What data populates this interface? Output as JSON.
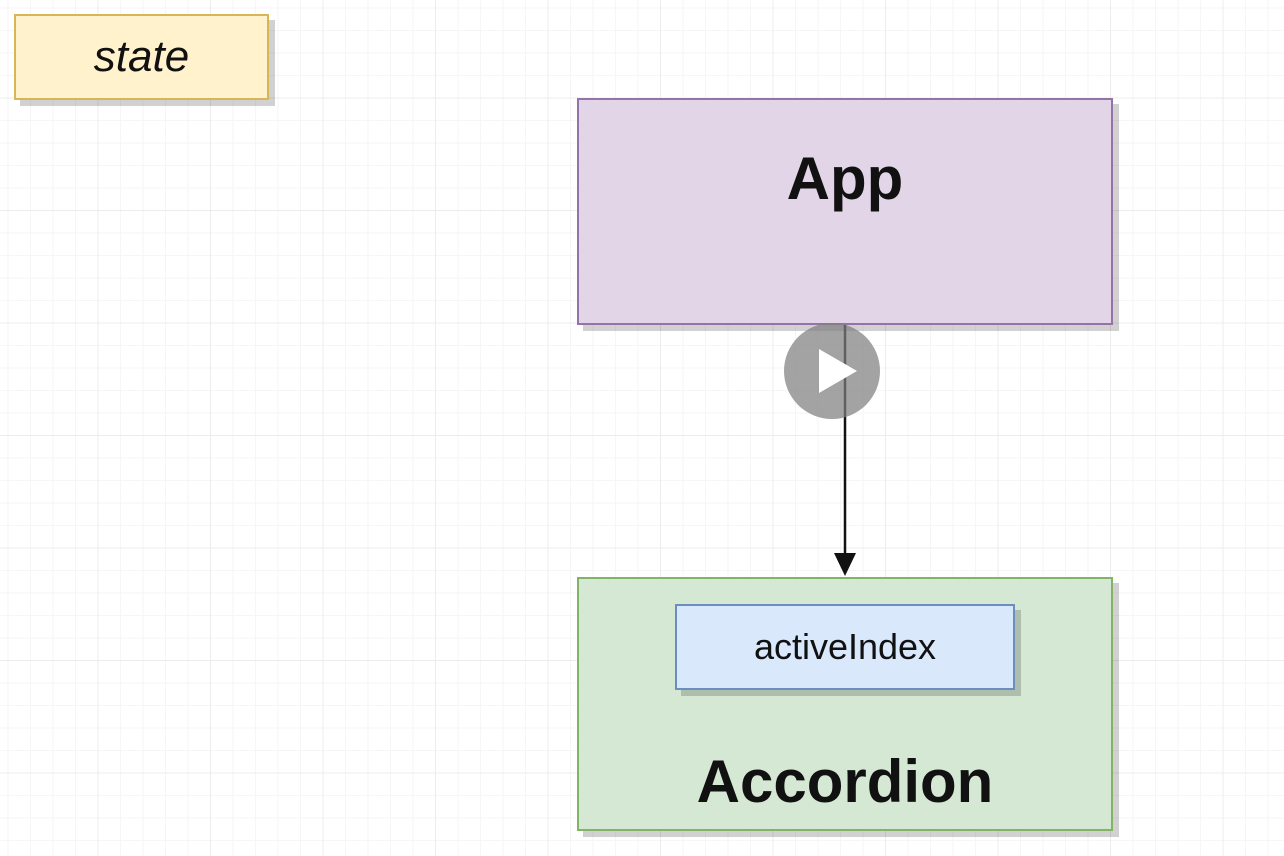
{
  "legend": {
    "label": "state"
  },
  "nodes": {
    "app": {
      "label": "App"
    },
    "accordion": {
      "label": "Accordion"
    },
    "active_index": {
      "label": "activeIndex"
    }
  },
  "colors": {
    "legend_fill": "#fff2cc",
    "legend_border": "#d6b656",
    "app_fill": "#e1d5e7",
    "app_border": "#9673a6",
    "accordion_fill": "#d5e8d4",
    "accordion_border": "#82b366",
    "state_fill": "#dae8fc",
    "state_border": "#6c8ebf"
  },
  "icons": {
    "overlay": "play-icon"
  }
}
